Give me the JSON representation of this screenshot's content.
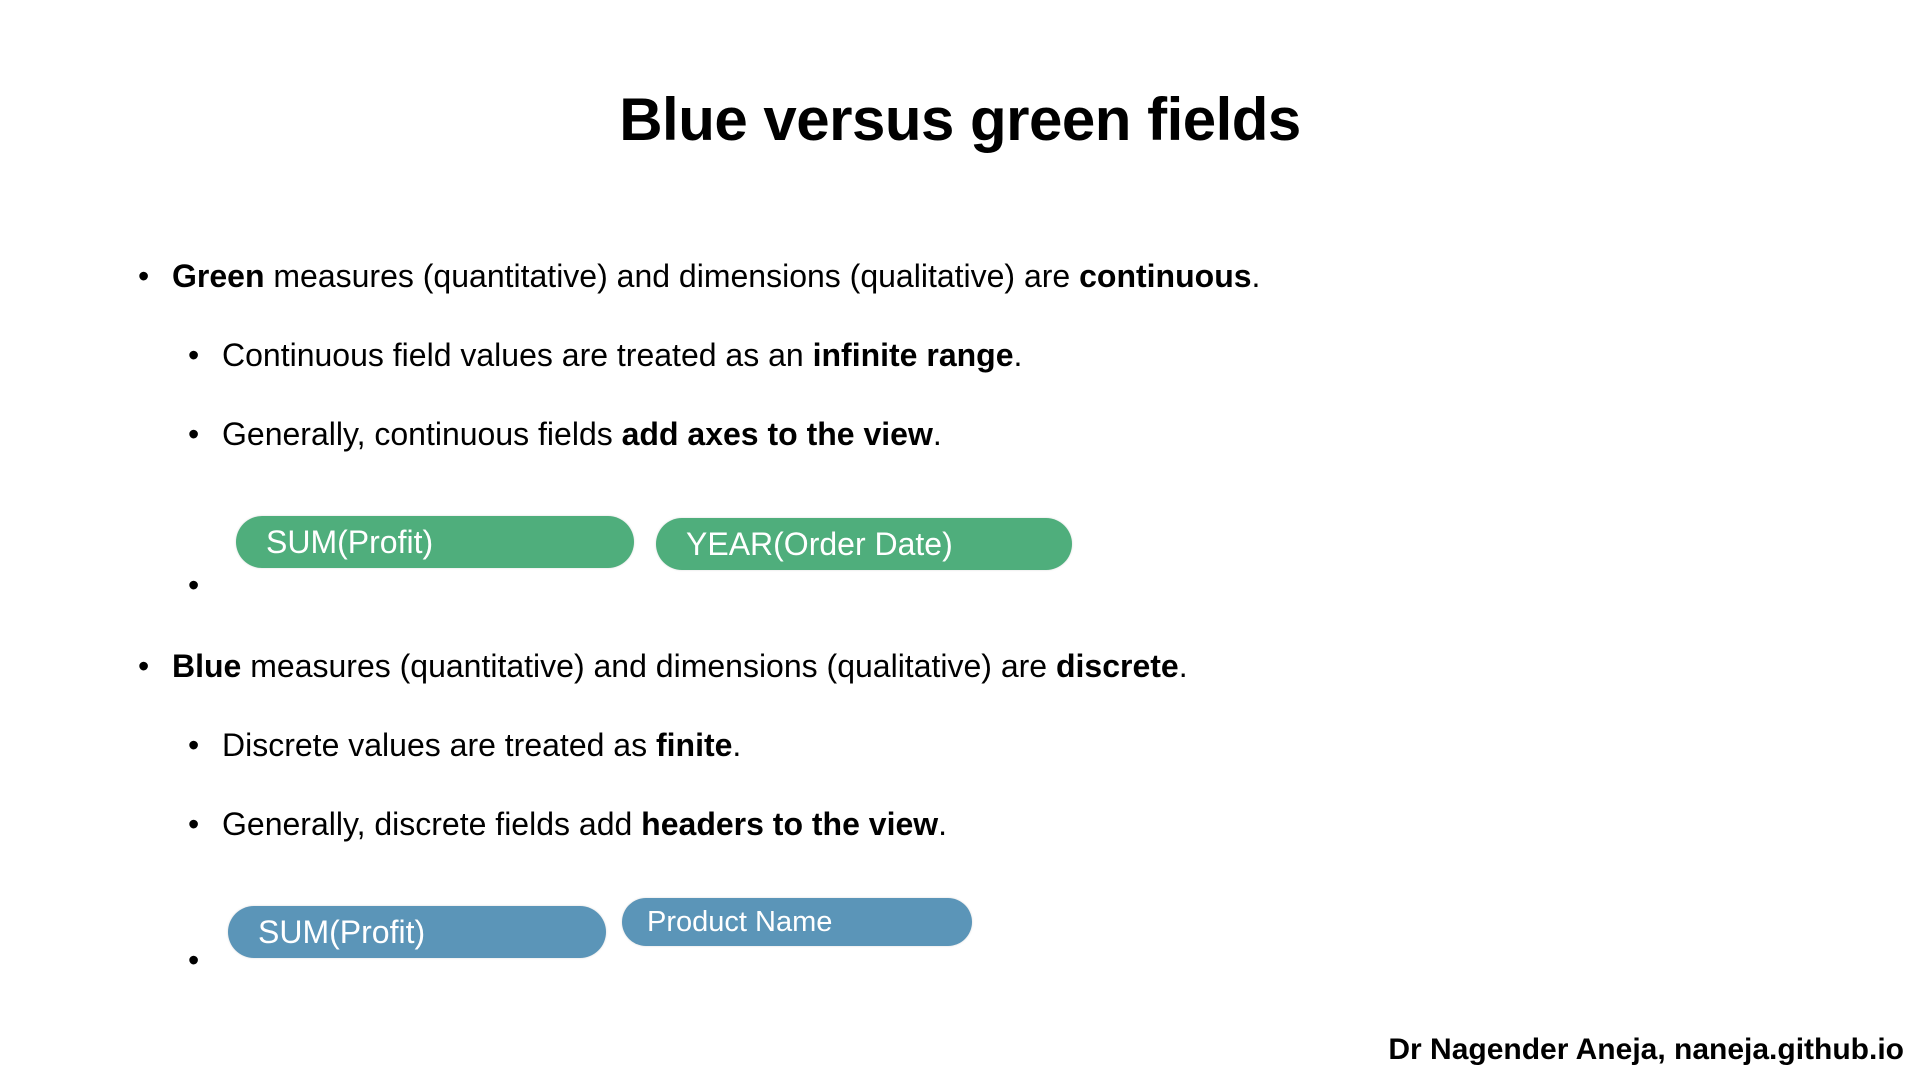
{
  "slide": {
    "title": "Blue versus green fields",
    "green_section": {
      "main": {
        "lead_bold": "Green",
        "text1": " measures (quantitative) and dimensions (qualitative) are ",
        "end_bold": "continuous",
        "period": "."
      },
      "sub1": {
        "text": "Continuous field values are treated as an ",
        "bold": "infinite range",
        "period": "."
      },
      "sub2": {
        "text": "Generally, continuous fields ",
        "bold": "add axes to the view",
        "period": "."
      },
      "pills": [
        "SUM(Profit)",
        "YEAR(Order Date)"
      ],
      "pill_color": "#4fae7c"
    },
    "blue_section": {
      "main": {
        "lead_bold": "Blue",
        "text1": " measures (quantitative) and dimensions (qualitative) are ",
        "end_bold": "discrete",
        "period": "."
      },
      "sub1": {
        "text": "Discrete values are treated as ",
        "bold": "finite",
        "period": "."
      },
      "sub2": {
        "text": "Generally, discrete fields add ",
        "bold": "headers to the view",
        "period": "."
      },
      "pills": [
        "SUM(Profit)",
        "Product Name"
      ],
      "pill_color": "#5b95b8"
    },
    "bullet_glyph": "•",
    "footer": "Dr Nagender Aneja, naneja.github.io"
  }
}
